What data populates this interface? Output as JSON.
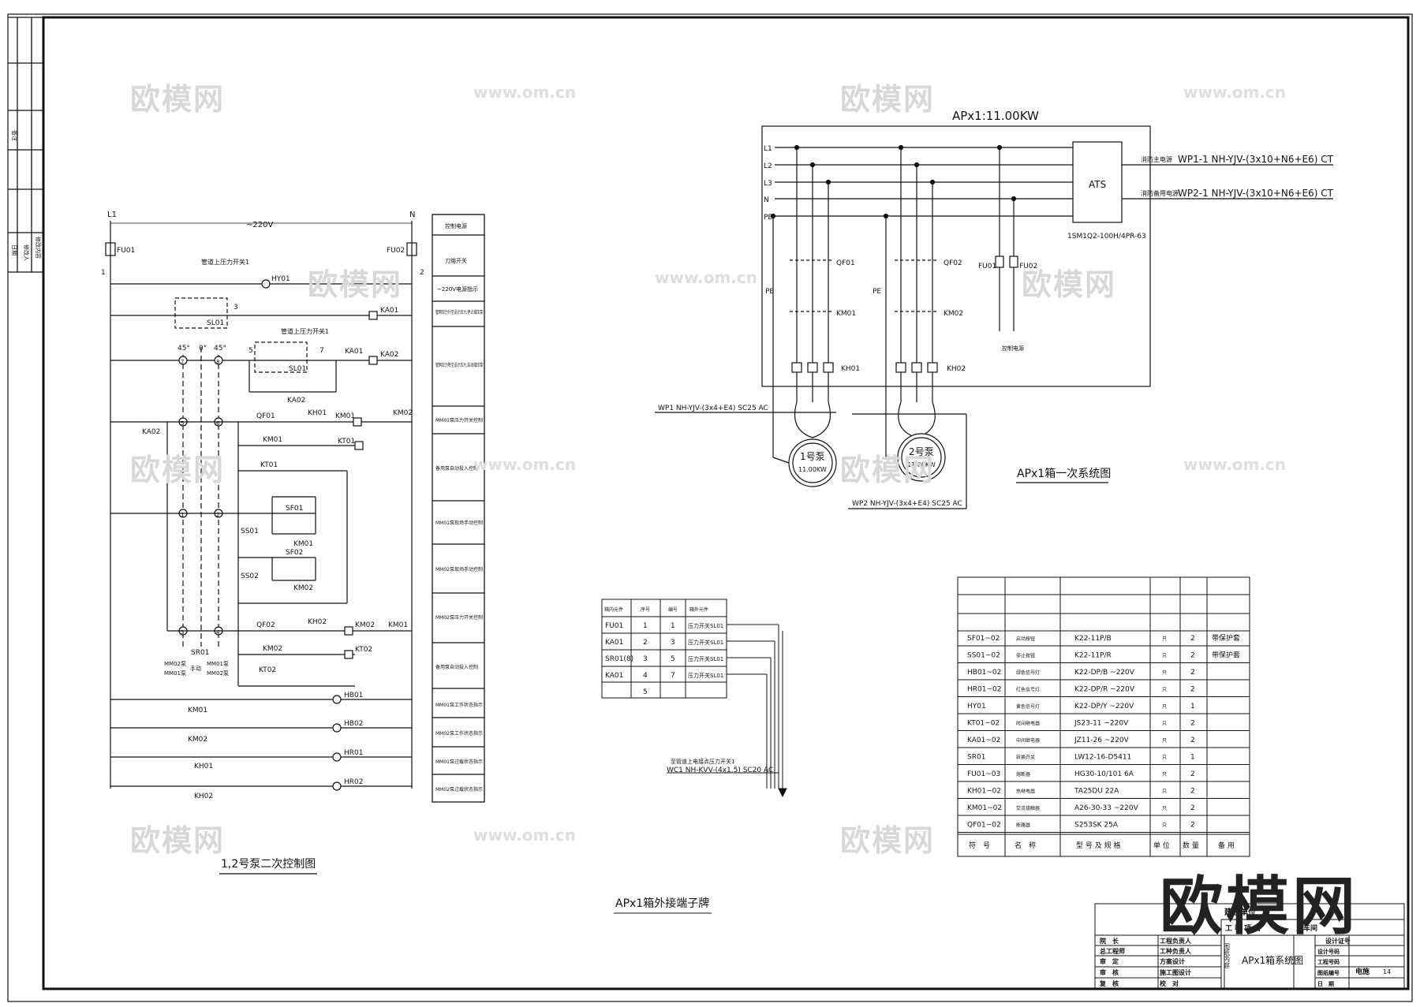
{
  "watermarks": {
    "logo": "欧模网",
    "url": "www.om.cn"
  },
  "brand": "欧模网",
  "left_strip": [
    "备注",
    "日期",
    "修改人",
    "修改内容"
  ],
  "control": {
    "title": "1,2号泵二次控制图",
    "L1": "L1",
    "N": "N",
    "voltage": "~220V",
    "n1": "1",
    "n2": "2",
    "FU01": "FU01",
    "FU02": "FU02",
    "HY01": "HY01",
    "press1": "管道上压力开关1",
    "press2": "管道上压力开关1",
    "SL01": "SL01",
    "KA01": "KA01",
    "KA02": "KA02",
    "n3": "3",
    "n5": "5",
    "n7": "7",
    "deg45a": "45°",
    "deg0": "0°",
    "deg45b": "45°",
    "t7": "7",
    "t8": "8",
    "t5": "5",
    "t6": "6",
    "t1": "1",
    "t2": "2",
    "t3": "3",
    "t4": "4",
    "QF01": "QF01",
    "KH01": "KH01",
    "KM01": "KM01",
    "KM02": "KM02",
    "KT01": "KT01",
    "SF01": "SF01",
    "SS01": "SS01",
    "SF02": "SF02",
    "SS02": "SS02",
    "QF02": "QF02",
    "KH02": "KH02",
    "KT02": "KT02",
    "SR01": "SR01",
    "sr_a": "MM02泵",
    "sr_b": "MM01泵",
    "sr_c": "手动",
    "sr_d": "MM01泵",
    "sr_e": "MM02泵",
    "HB01": "HB01",
    "HB02": "HB02",
    "HR01": "HR01",
    "HR02": "HR02"
  },
  "legend": [
    "控制电源",
    "刀熔开关",
    "~220V电源指示",
    "管网压力升至设计压力,停止增压泵",
    "管网压力降至设计压力,启动增压泵",
    "MM01泵压力开关控制",
    "备用泵自动投入控制",
    "MM01泵现场手动控制",
    "MM02泵现场手动控制",
    "MM02泵压力开关控制",
    "备用泵自动投入控制",
    "MM01泵工作状态指示",
    "MM02泵工作状态指示",
    "MM01泵过载状态指示",
    "MM02泵过载状态指示"
  ],
  "primary": {
    "header": "APx1:11.00KW",
    "buses": [
      "L1",
      "L2",
      "L3",
      "N",
      "PE"
    ],
    "ats": "ATS",
    "ats_model": "1SM1Q2-100H/4PR-63",
    "feed1_label": "消防主电源",
    "feed1": "WP1-1  NH-YJV-(3x10+N6+E6)  CT",
    "feed2_label": "消防备用电源",
    "feed2": "WP2-1  NH-YJV-(3x10+N6+E6)  CT",
    "QF01": "QF01",
    "QF02": "QF02",
    "KM01": "KM01",
    "KM02": "KM02",
    "KH01": "KH01",
    "KH02": "KH02",
    "FU01": "FU01",
    "FU02": "FU02",
    "PE": "PE",
    "ctrl": "控制电源",
    "wp1": "WP1  NH-YJV-(3x4+E4)  SC25  AC",
    "wp2": "WP2  NH-YJV-(3x4+E4)  SC25  AC",
    "pump1": "1号泵",
    "pump2": "2号泵",
    "kw": "11.00KW",
    "title": "APx1箱一次系统图"
  },
  "terminal": {
    "headers": [
      "箱内元件",
      "序号",
      "编号",
      "箱外元件"
    ],
    "rows": [
      [
        "FU01",
        "1",
        "1",
        "压力开关SL01"
      ],
      [
        "KA01",
        "2",
        "3",
        "压力开关SL01"
      ],
      [
        "SR01(8)",
        "3",
        "5",
        "压力开关SL01"
      ],
      [
        "KA01",
        "4",
        "7",
        "压力开关SL01"
      ],
      [
        "",
        "5",
        "",
        ""
      ]
    ],
    "cable_note": "至管道上电接点压力开关1",
    "cable": "WC1  NH-KVV-(4x1.5)  SC20  AC",
    "title": "APx1箱外接端子牌"
  },
  "equipment": {
    "headers": [
      "符　号",
      "名　称",
      "型 号 及 规 格",
      "单 位",
      "数 量",
      "备 用"
    ],
    "rows": [
      [
        "SF01~02",
        "启动按钮",
        "K22-11P/B",
        "只",
        "2",
        "带保护套"
      ],
      [
        "SS01~02",
        "停止按钮",
        "K22-11P/R",
        "只",
        "2",
        "带保护套"
      ],
      [
        "HB01~02",
        "绿色信号灯",
        "K22-DP/B ~220V",
        "只",
        "2",
        ""
      ],
      [
        "HR01~02",
        "红色信号灯",
        "K22-DP/R ~220V",
        "只",
        "2",
        ""
      ],
      [
        "HY01",
        "黄色信号灯",
        "K22-DP/Y ~220V",
        "只",
        "1",
        ""
      ],
      [
        "KT01~02",
        "时间继电器",
        "JS23-11 ~220V",
        "只",
        "2",
        ""
      ],
      [
        "KA01~02",
        "中间继电器",
        "JZ11-26 ~220V",
        "只",
        "2",
        ""
      ],
      [
        "SR01",
        "转换开关",
        "LW12-16-D5411",
        "只",
        "1",
        ""
      ],
      [
        "FU01~03",
        "熔断器",
        "HG30-10/101 6A",
        "只",
        "2",
        ""
      ],
      [
        "KH01~02",
        "热继电器",
        "TA25DU 22A",
        "只",
        "2",
        ""
      ],
      [
        "KM01~02",
        "交流接触器",
        "A26-30-33 ~220V",
        "只",
        "2",
        ""
      ],
      [
        "QF01~02",
        "断路器",
        "S253SK 25A",
        "只",
        "2",
        ""
      ]
    ]
  },
  "titleblock": {
    "unit": "建设单位",
    "project": "工 程 项 目",
    "project_val": "主车间",
    "roles": [
      "院　长",
      "总工程师",
      "审　定",
      "审　核",
      "复　核"
    ],
    "roles2": [
      "工程负责人",
      "工种负责人",
      "方案设计",
      "施工图设计",
      "校　对"
    ],
    "content_label": "图纸内容",
    "drawing": "APx1箱系统图",
    "right": [
      "设计证号",
      "设计号码",
      "工程号码",
      "图纸编号",
      "日　期"
    ],
    "sheet_val": "电施",
    "sheet_no": "14"
  }
}
